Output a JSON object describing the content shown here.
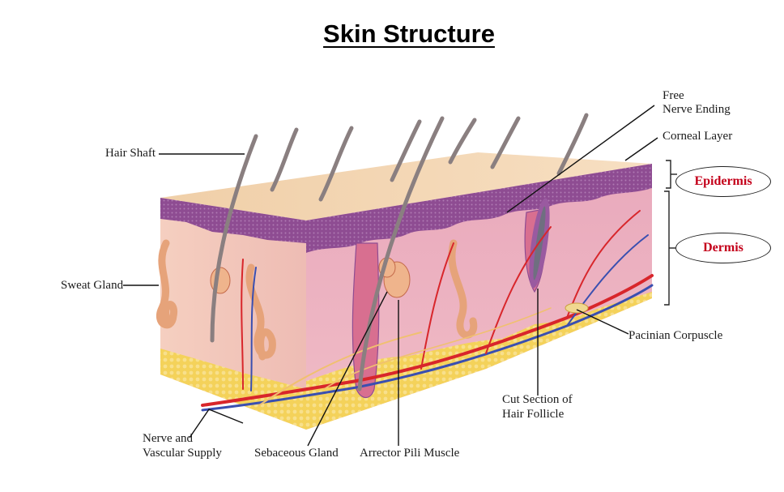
{
  "title": "Skin Structure",
  "labels": {
    "hair_shaft": "Hair Shaft",
    "sweat_gland": "Sweat Gland",
    "nerve_vascular_1": "Nerve and",
    "nerve_vascular_2": "Vascular Supply",
    "sebaceous_gland": "Sebaceous Gland",
    "arrector_pili": "Arrector Pili Muscle",
    "cut_section_1": "Cut Section of",
    "cut_section_2": "Hair Follicle",
    "free_nerve_1": "Free",
    "free_nerve_2": "Nerve Ending",
    "corneal_layer": "Corneal Layer",
    "pacinian": "Pacinian Corpuscle"
  },
  "layers": {
    "epidermis": "Epidermis",
    "dermis": "Dermis"
  },
  "colors": {
    "layer_label": "#c4001a",
    "surface": "#f2d3b0",
    "epidermis": "#8e4c92",
    "dermis": "#e7a6b8",
    "fat": "#f4d25a",
    "artery": "#d8262b",
    "vein": "#3a4fb0"
  }
}
